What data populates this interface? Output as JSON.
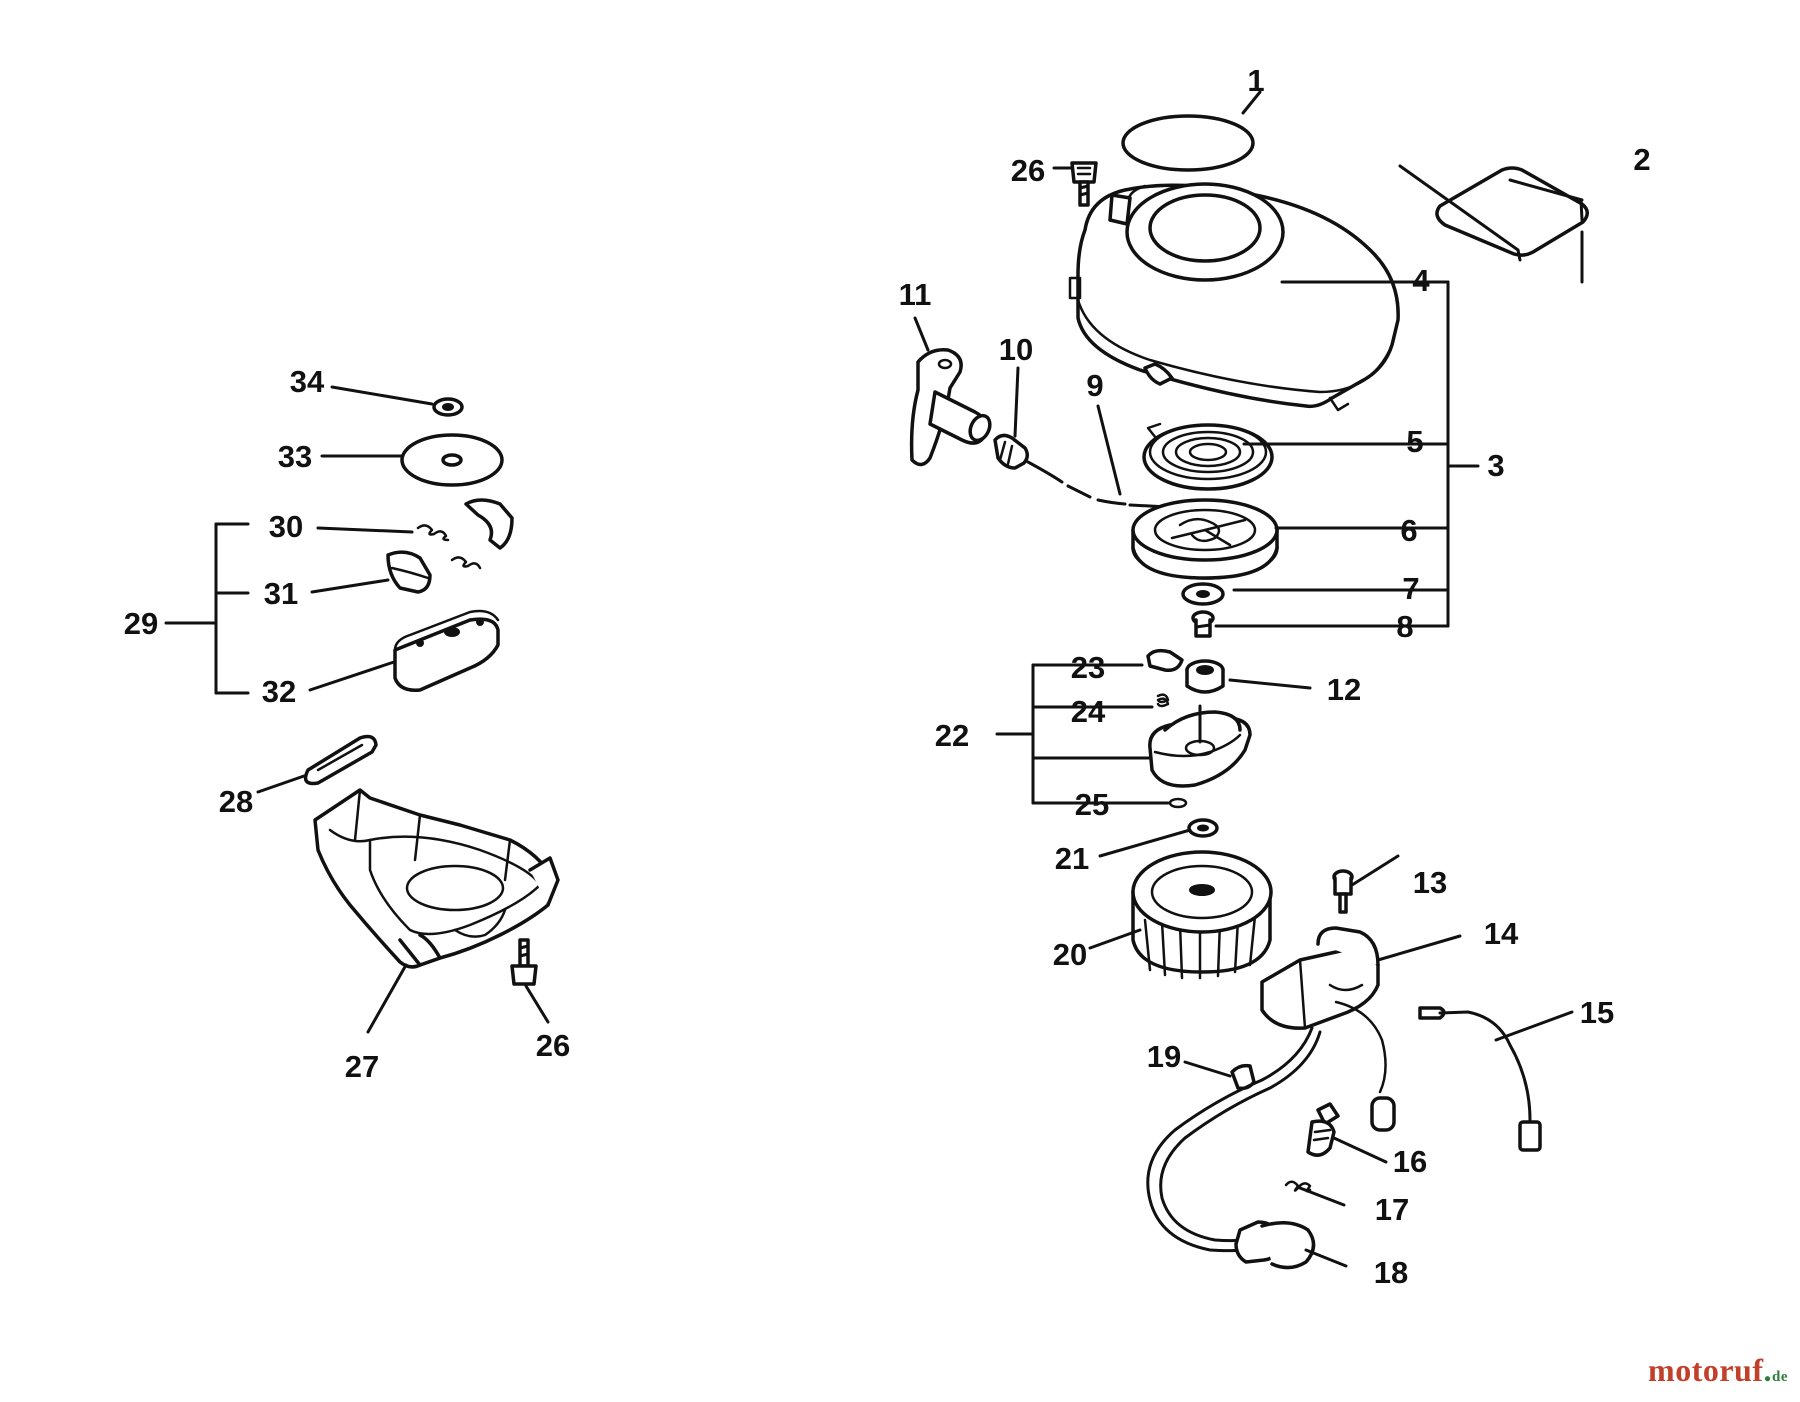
{
  "callouts": [
    {
      "id": "label-1",
      "text": "1"
    },
    {
      "id": "label-2",
      "text": "2"
    },
    {
      "id": "label-3",
      "text": "3"
    },
    {
      "id": "label-4",
      "text": "4"
    },
    {
      "id": "label-5",
      "text": "5"
    },
    {
      "id": "label-6",
      "text": "6"
    },
    {
      "id": "label-7",
      "text": "7"
    },
    {
      "id": "label-8",
      "text": "8"
    },
    {
      "id": "label-9",
      "text": "9"
    },
    {
      "id": "label-10",
      "text": "10"
    },
    {
      "id": "label-11",
      "text": "11"
    },
    {
      "id": "label-12",
      "text": "12"
    },
    {
      "id": "label-13",
      "text": "13"
    },
    {
      "id": "label-14",
      "text": "14"
    },
    {
      "id": "label-15",
      "text": "15"
    },
    {
      "id": "label-16",
      "text": "16"
    },
    {
      "id": "label-17",
      "text": "17"
    },
    {
      "id": "label-18",
      "text": "18"
    },
    {
      "id": "label-19",
      "text": "19"
    },
    {
      "id": "label-20",
      "text": "20"
    },
    {
      "id": "label-21",
      "text": "21"
    },
    {
      "id": "label-22",
      "text": "22"
    },
    {
      "id": "label-23",
      "text": "23"
    },
    {
      "id": "label-24",
      "text": "24"
    },
    {
      "id": "label-25",
      "text": "25"
    },
    {
      "id": "label-26-top",
      "text": "26"
    },
    {
      "id": "label-26-bottom",
      "text": "26"
    },
    {
      "id": "label-27",
      "text": "27"
    },
    {
      "id": "label-28",
      "text": "28"
    },
    {
      "id": "label-29",
      "text": "29"
    },
    {
      "id": "label-30",
      "text": "30"
    },
    {
      "id": "label-31",
      "text": "31"
    },
    {
      "id": "label-32",
      "text": "32"
    },
    {
      "id": "label-33",
      "text": "33"
    },
    {
      "id": "label-34",
      "text": "34"
    }
  ],
  "watermark": {
    "main": "motoruf",
    "tld": "de"
  }
}
